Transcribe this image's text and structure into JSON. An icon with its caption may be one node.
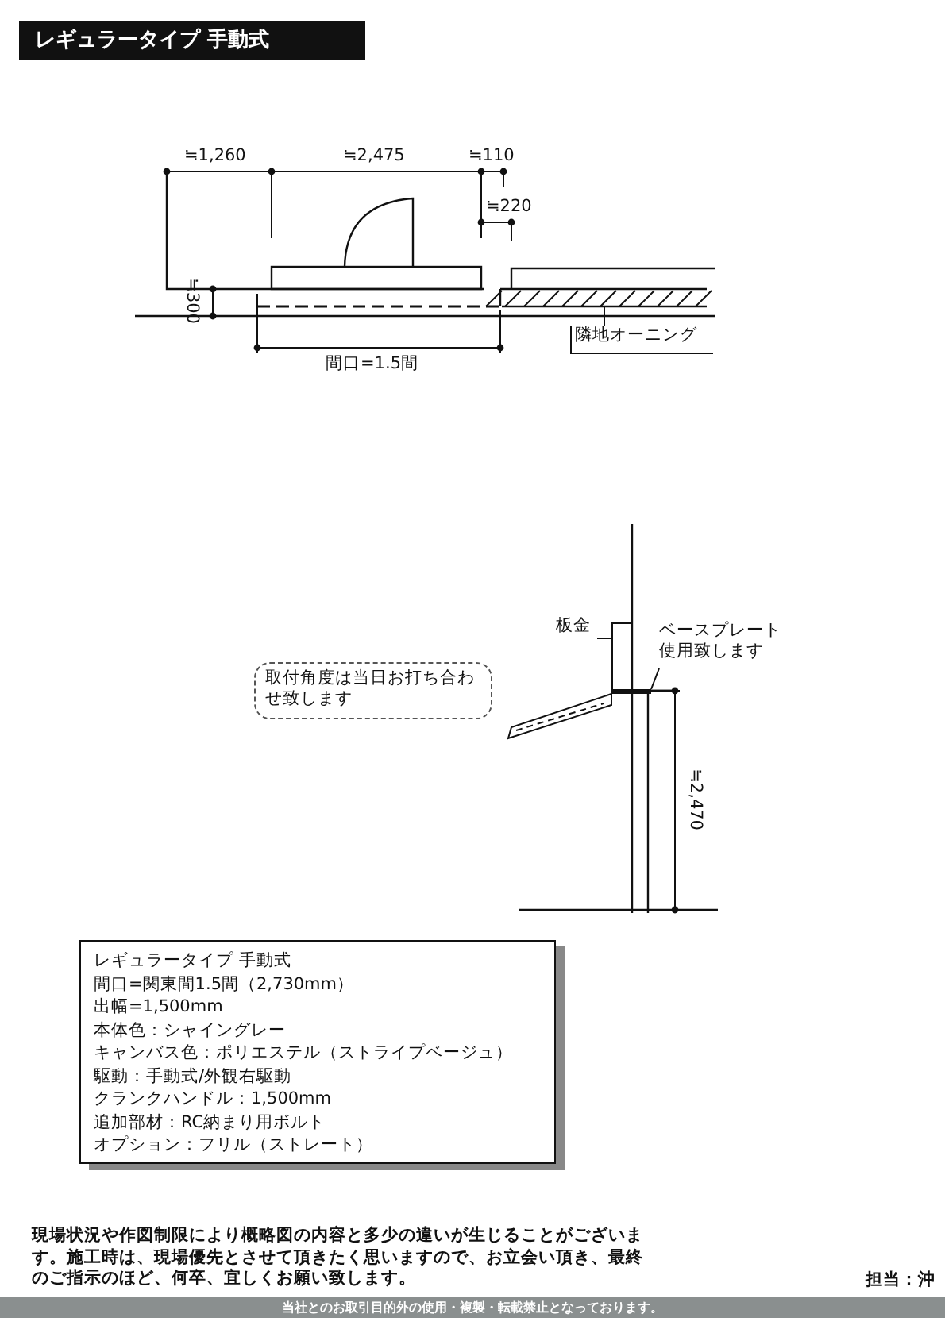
{
  "diagram": {
    "title": "レギュラータイプ 手動式",
    "nodes": [
      {
        "text": [
          "隣地オーニング"
        ]
      },
      {
        "text": [],
        "shape": "box"
      },
      {
        "text": [
          "板金"
        ]
      },
      {
        "text": [],
        "shape": "box"
      },
      {
        "text": [
          "ベースプレート使用致します"
        ]
      },
      {
        "text": [],
        "shape": "bar"
      },
      {
        "text": [
          "取付角度は当日お打ち合わせ致します"
        ]
      },
      {
        "text": [
          "レギュラータイプ 手動式",
          "間口=関東間1.5間（2,730mm）",
          "出幅=1,500mm",
          "本体色：シャイングレー",
          "キャンバス色：ポリエステル（ストライプベージュ）",
          "駆動：手動式/外観右駆動",
          "クランクハンドル：1,500mm",
          "追加部材：RC納まり用ボルト",
          "オプション：フリル（ストレート）"
        ]
      },
      {
        "text": [
          "当社とのお取引目的外の使用・複製・転載禁止となっております。"
        ]
      }
    ],
    "edges": [
      {
        "from": 0,
        "to": 1,
        "arrow": "none"
      },
      {
        "from": 2,
        "to": 3,
        "arrow": "none"
      },
      {
        "from": 4,
        "to": 5,
        "arrow": "none"
      }
    ],
    "labels": [
      "≒1,260",
      "≒2,475",
      "≒110",
      "≒220",
      "≒300",
      "間口=1.5間",
      "≒2,470",
      "現場状況や作図制限により概略図の内容と多少の違いが生じることがございます。施工時は、現場優先とさせて頂きたく思いますので、お立会い頂き、最終のご指示のほど、何卒、宜しくお願い致します。",
      "担当：沖"
    ]
  }
}
